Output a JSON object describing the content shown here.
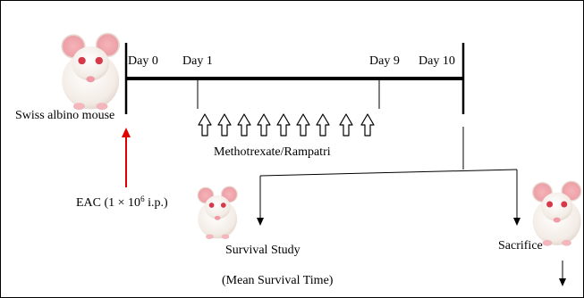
{
  "mouse_label": "Swiss albino mouse",
  "timeline": {
    "days": [
      "Day 0",
      "Day 1",
      "Day 9",
      "Day 10"
    ]
  },
  "treatment": {
    "label": "Methotrexate/Rampatri",
    "dose_count": 9
  },
  "inoculation": {
    "prefix": "EAC (1 × 10",
    "exponent": "6",
    "suffix": " i.p.)"
  },
  "endpoints": {
    "survival_title": "Survival Study",
    "survival_subtitle": "(Mean Survival Time)",
    "sacrifice_label": "Sacrifice"
  },
  "colors": {
    "timeline": "#000000",
    "inoculation_arrow": "#e00000",
    "mouse_fur": "#f3ece6"
  },
  "icons": [
    "mouse-icon",
    "hollow-up-arrow-icon",
    "down-arrow-icon"
  ]
}
